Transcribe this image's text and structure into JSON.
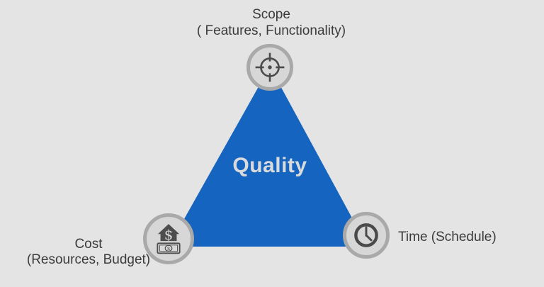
{
  "diagram": {
    "center_label": "Quality",
    "scope": {
      "line1": "Scope",
      "line2": "( Features, Functionality)",
      "icon": "target-icon"
    },
    "cost": {
      "line1": "Cost",
      "line2": "(Resources, Budget)",
      "icon": "house-dollar-icon",
      "dollar_symbol": "$"
    },
    "time": {
      "label": "Time (Schedule)",
      "icon": "clock-icon"
    },
    "colors": {
      "background": "#E5E4E4",
      "triangle": "#1565C0",
      "badge_ring": "#A9A9A9",
      "badge_fill": "#D7D7D7",
      "icon_glyph": "#4A4A4A",
      "label_text": "#3B3B3B",
      "center_label_text": "#D9DADB"
    }
  }
}
